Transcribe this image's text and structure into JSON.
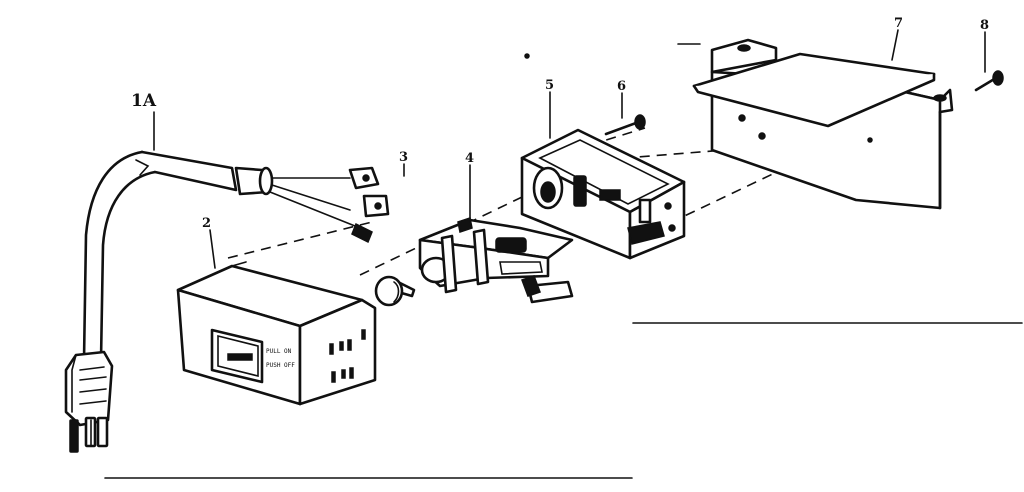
{
  "diagram": {
    "callouts": [
      {
        "id": "1A",
        "label": "1A"
      },
      {
        "id": "2",
        "label": "2"
      },
      {
        "id": "3",
        "label": "3"
      },
      {
        "id": "4",
        "label": "4"
      },
      {
        "id": "5",
        "label": "5"
      },
      {
        "id": "6",
        "label": "6"
      },
      {
        "id": "7",
        "label": "7"
      },
      {
        "id": "8",
        "label": "8"
      }
    ],
    "housing_text": {
      "line1": "PULL ON",
      "line2": "PUSH OFF"
    }
  }
}
